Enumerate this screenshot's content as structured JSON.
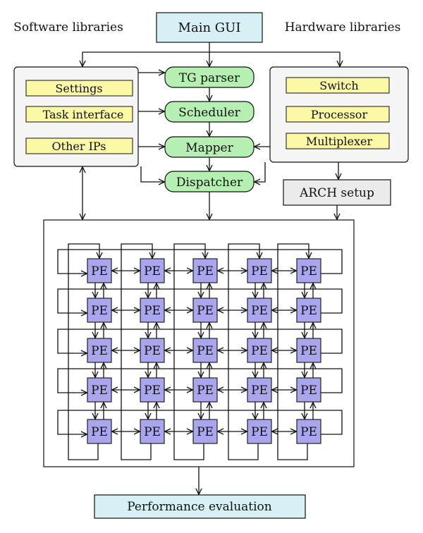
{
  "top": {
    "main_gui": "Main GUI",
    "software_libraries": "Software libraries",
    "hardware_libraries": "Hardware libraries"
  },
  "software": {
    "items": [
      "Settings",
      "Task interface",
      "Other IPs"
    ]
  },
  "hardware": {
    "items": [
      "Switch",
      "Processor",
      "Multiplexer"
    ]
  },
  "pipeline": {
    "steps": [
      "TG parser",
      "Scheduler",
      "Mapper",
      "Dispatcher"
    ]
  },
  "arch_setup": "ARCH setup",
  "mesh": {
    "rows": 5,
    "cols": 5,
    "pe_label": "PE"
  },
  "performance": "Performance evaluation",
  "colors": {
    "main_gui_fill": "#d6f0f6",
    "library_item_fill": "#fbf8a6",
    "pipeline_fill": "#b5f0b2",
    "library_box_fill": "#f5f5f5",
    "arch_fill": "#ebebeb",
    "pe_fill": "#aaa6ee"
  }
}
